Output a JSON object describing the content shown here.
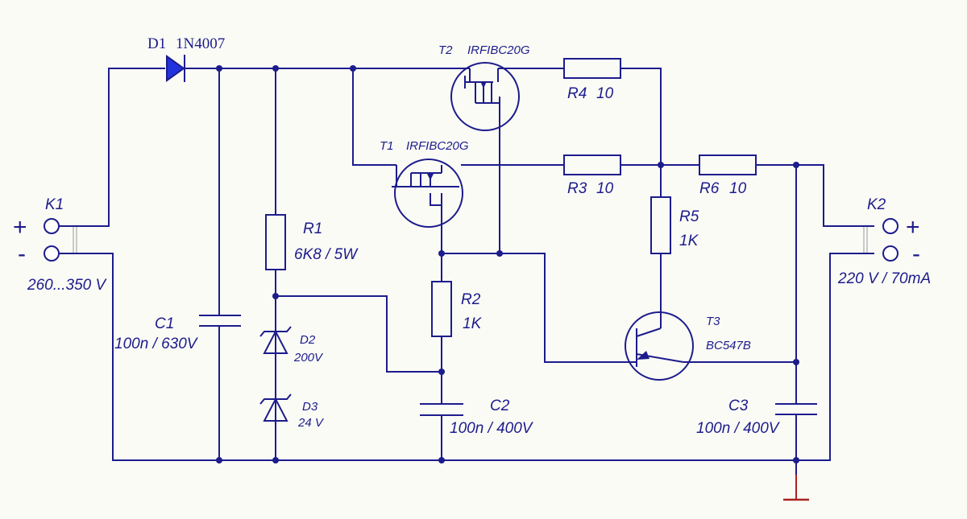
{
  "connectors": {
    "k1": {
      "name": "K1",
      "plus": "+",
      "minus": "-",
      "range": "260...350 V"
    },
    "k2": {
      "name": "K2",
      "plus": "+",
      "minus": "-",
      "rating": "220 V / 70mA"
    }
  },
  "components": {
    "d1": {
      "ref": "D1",
      "value": "1N4007"
    },
    "t1": {
      "ref": "T1",
      "value": "IRFIBC20G"
    },
    "t2": {
      "ref": "T2",
      "value": "IRFIBC20G"
    },
    "t3": {
      "ref": "T3",
      "value": "BC547B"
    },
    "r1": {
      "ref": "R1",
      "value": "6K8 / 5W"
    },
    "r2": {
      "ref": "R2",
      "value": "1K"
    },
    "r3": {
      "ref": "R3",
      "value": "10"
    },
    "r4": {
      "ref": "R4",
      "value": "10"
    },
    "r5": {
      "ref": "R5",
      "value": "1K"
    },
    "r6": {
      "ref": "R6",
      "value": "10"
    },
    "c1": {
      "ref": "C1",
      "value": "100n / 630V"
    },
    "c2": {
      "ref": "C2",
      "value": "100n / 400V"
    },
    "c3": {
      "ref": "C3",
      "value": "100n / 400V"
    },
    "d2": {
      "ref": "D2",
      "value": "200V"
    },
    "d3": {
      "ref": "D3",
      "value": "24 V"
    }
  },
  "colors": {
    "wire": "#1c1c8c",
    "diode_fill": "#2233dd",
    "ground": "#aa2222",
    "background": "#fbfbf6"
  }
}
